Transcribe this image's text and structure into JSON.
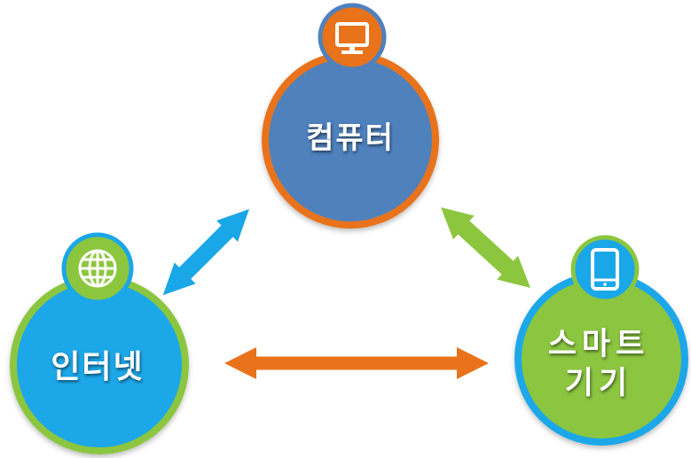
{
  "diagram": {
    "nodes": {
      "computer": {
        "label": "컴퓨터",
        "icon": "monitor-icon"
      },
      "internet": {
        "label": "인터넷",
        "icon": "globe-icon"
      },
      "smart_device": {
        "label_line1": "스마트",
        "label_line2": "기기",
        "icon": "tablet-icon"
      }
    },
    "connections": [
      {
        "from": "internet",
        "to": "computer",
        "direction": "bidirectional",
        "color": "#1aa7e8"
      },
      {
        "from": "computer",
        "to": "smart_device",
        "direction": "bidirectional",
        "color": "#8cc63f"
      },
      {
        "from": "internet",
        "to": "smart_device",
        "direction": "bidirectional",
        "color": "#e8731a"
      }
    ],
    "colors": {
      "blue_fill": "#1aa7e8",
      "computer_fill": "#4f81bd",
      "orange": "#e8731a",
      "green": "#8cc63f",
      "white": "#ffffff"
    }
  }
}
